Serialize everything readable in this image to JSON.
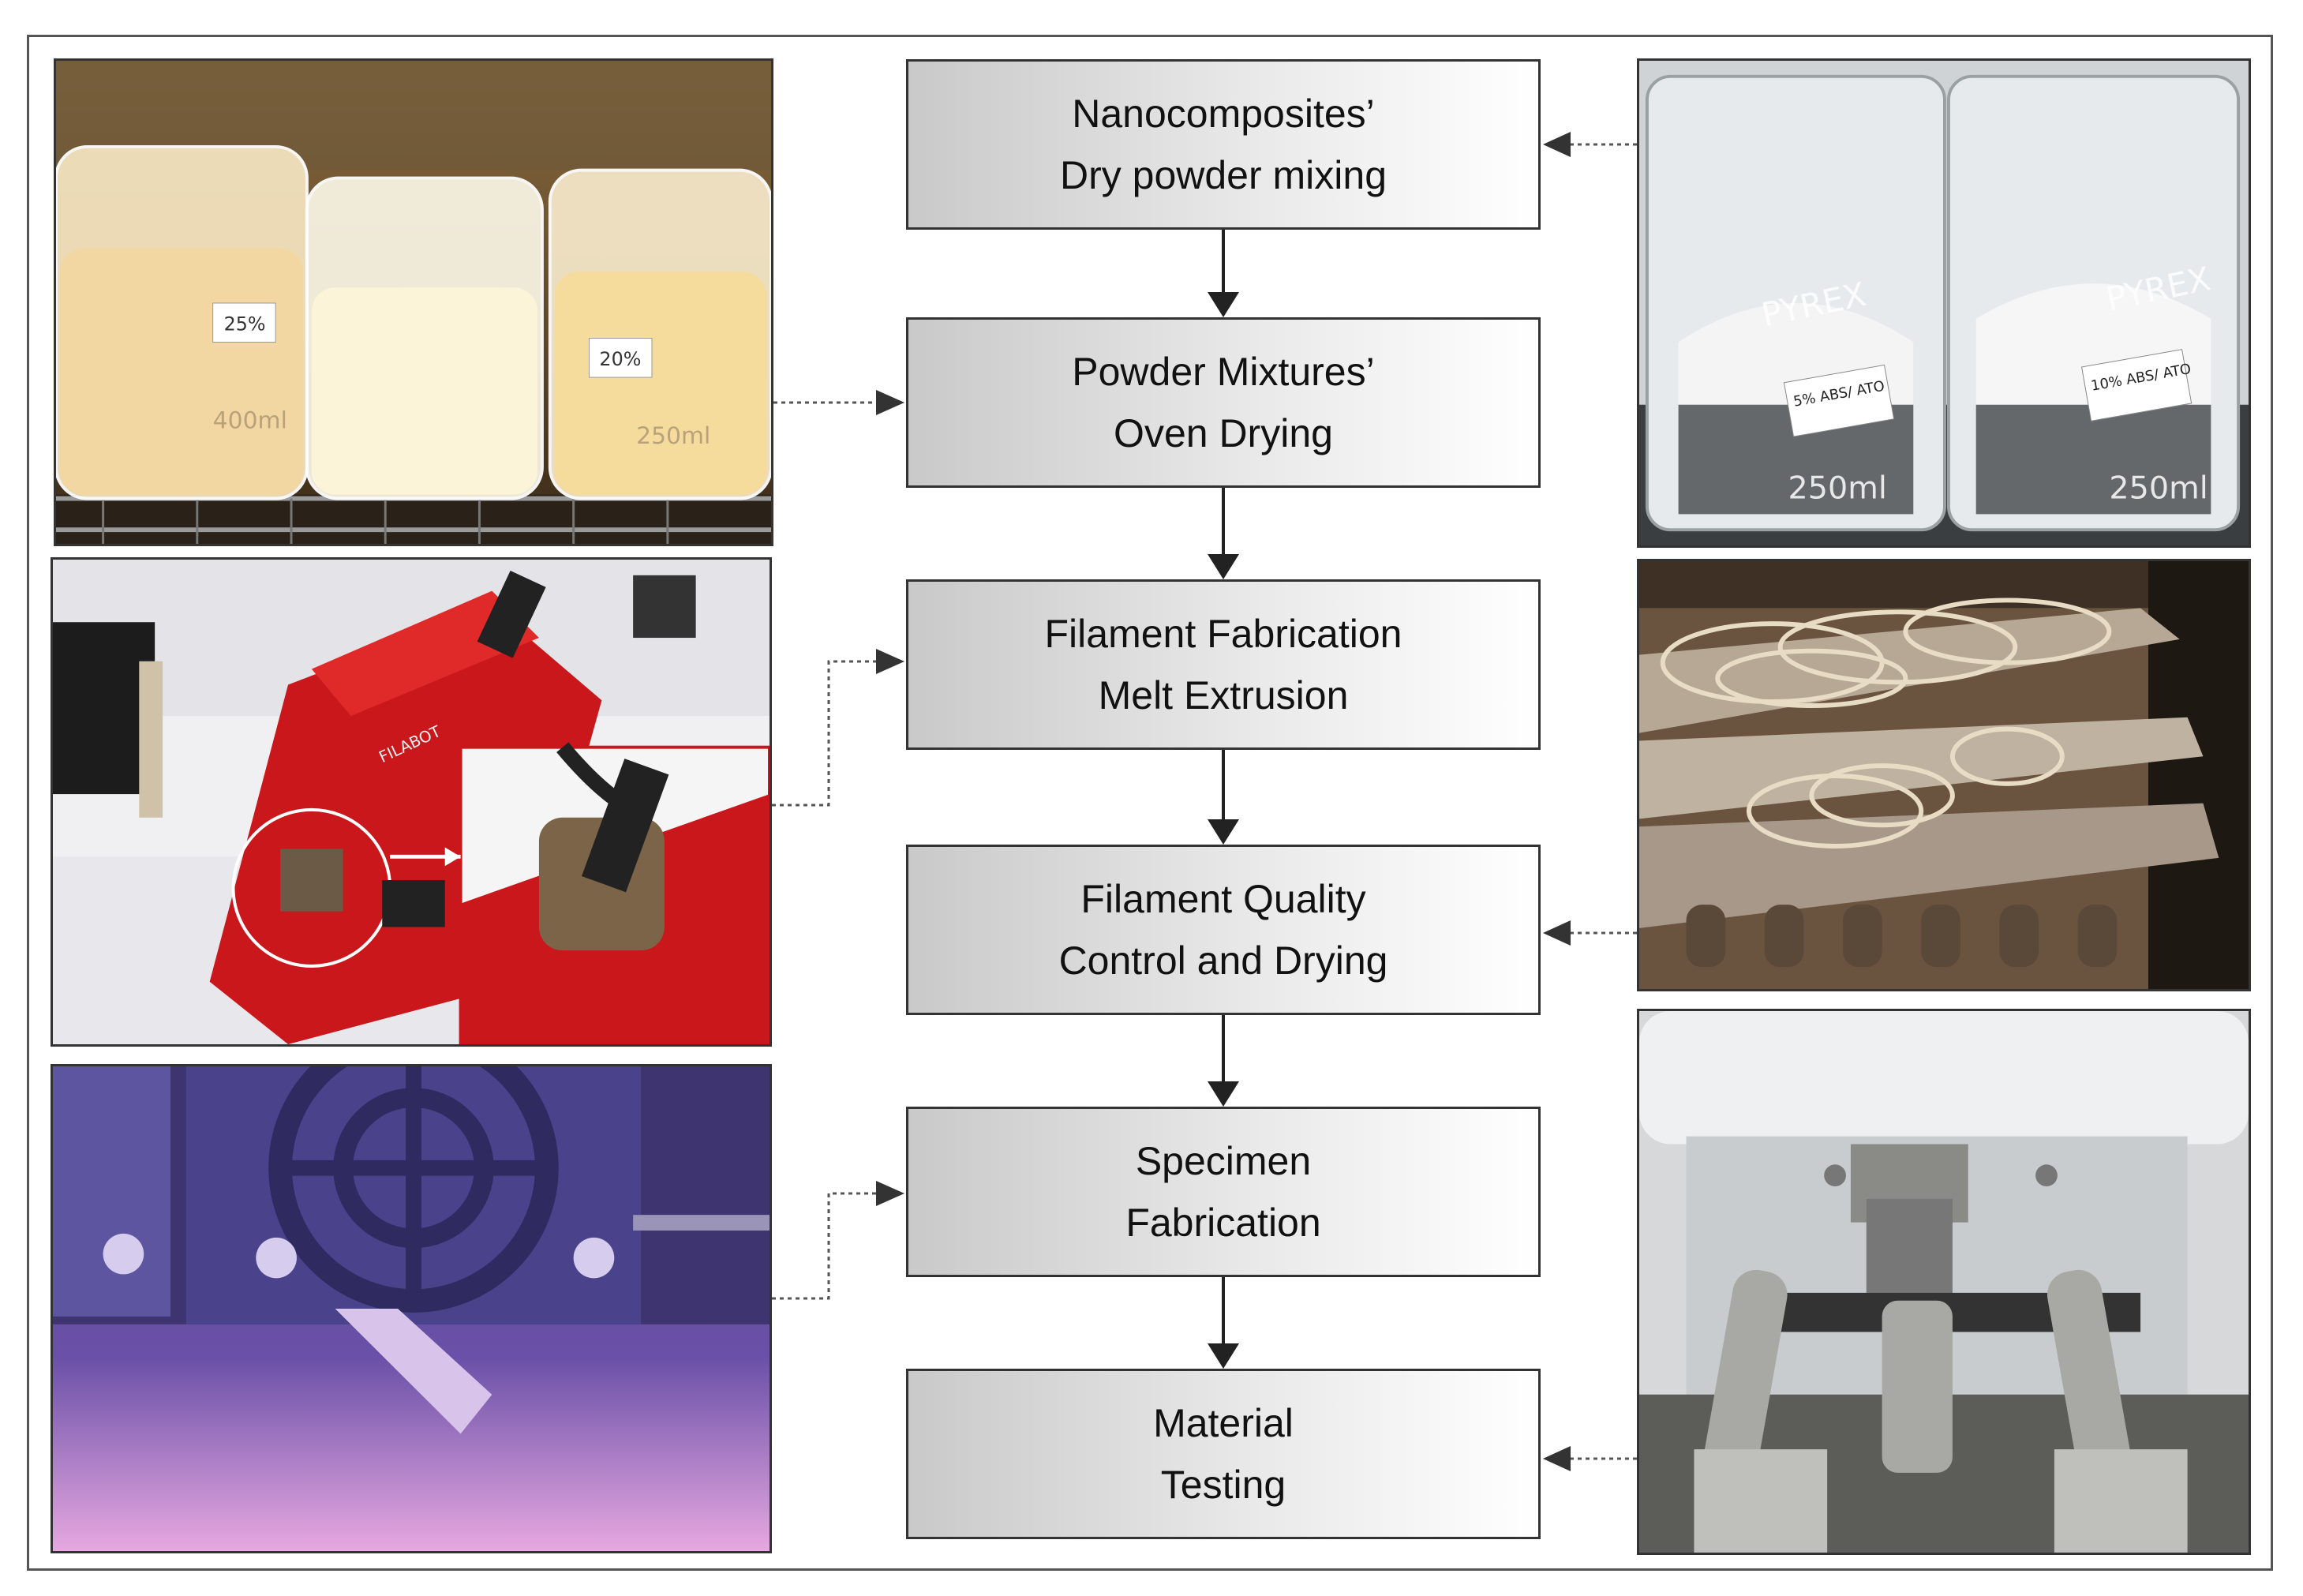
{
  "steps": [
    {
      "line1": "Nanocomposites’",
      "line2": "Dry powder mixing"
    },
    {
      "line1": "Powder Mixtures’",
      "line2": "Oven Drying"
    },
    {
      "line1": "Filament Fabrication",
      "line2": "Melt Extrusion"
    },
    {
      "line1": "Filament Quality",
      "line2": "Control and Drying"
    },
    {
      "line1": "Specimen",
      "line2": "Fabrication"
    },
    {
      "line1": "Material",
      "line2": "Testing"
    }
  ],
  "photos": {
    "beakers_oven": {
      "label1": "25%",
      "label2": "20%",
      "label3": "400ml",
      "label4": "250ml"
    },
    "beakers_pyrex": {
      "brand": "PYREX",
      "volume": "250ml",
      "tag1": "5% ABS/ ATO",
      "tag2": "10% ABS/ ATO"
    },
    "extruder": {
      "brand_text": "FILABOT"
    }
  },
  "colors": {
    "box_border": "#333333",
    "arrow": "#222222",
    "dotted": "#555555"
  }
}
